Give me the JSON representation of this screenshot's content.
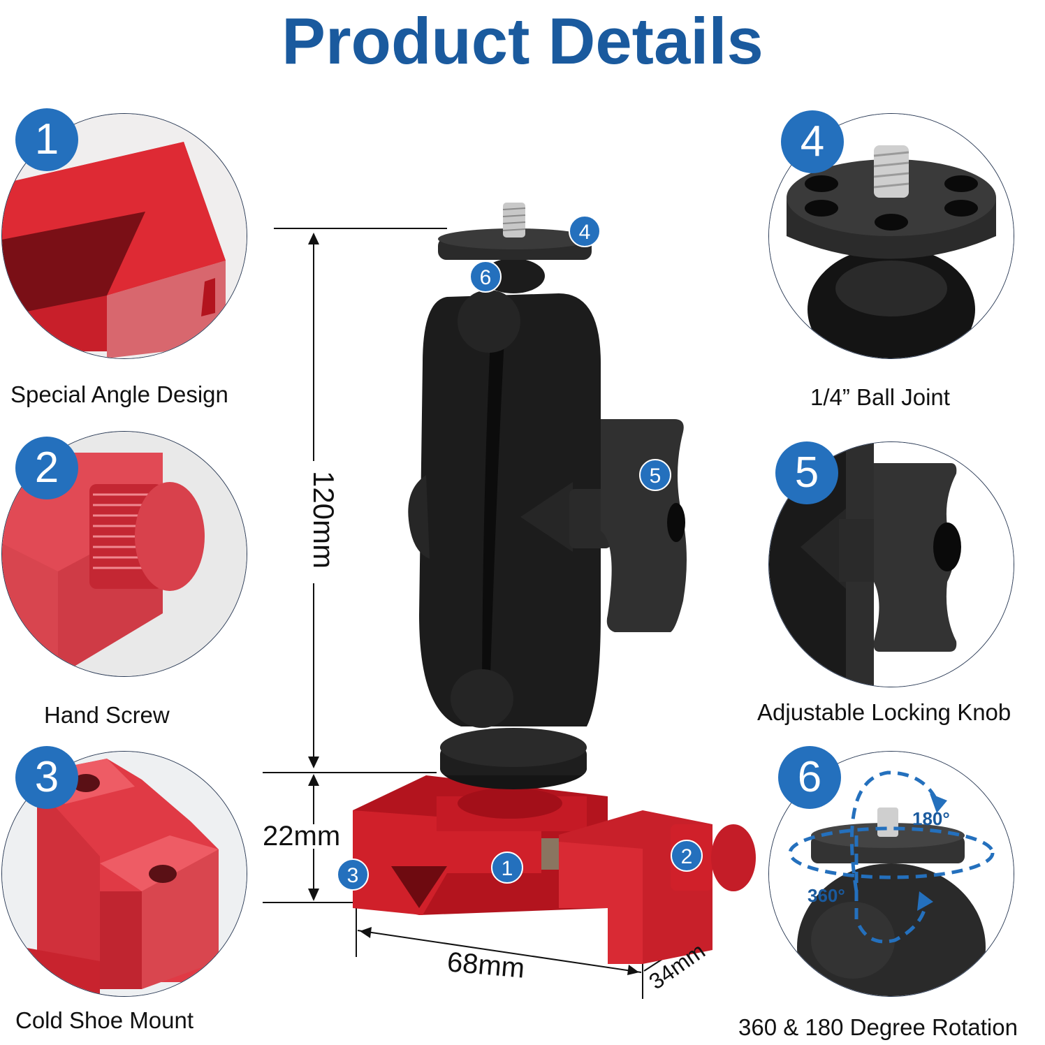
{
  "title": "Product Details",
  "colors": {
    "title_blue": "#1a5a9e",
    "badge_blue": "#2470bd",
    "product_red": "#d0202a",
    "product_black": "#1c1c1c"
  },
  "features": [
    {
      "number": "1",
      "label": "Special Angle Design",
      "icon": "red-angle-block-closeup"
    },
    {
      "number": "2",
      "label": "Hand Screw",
      "icon": "red-knurled-screw-closeup"
    },
    {
      "number": "3",
      "label": "Cold Shoe Mount",
      "icon": "red-cold-shoe-closeup"
    },
    {
      "number": "4",
      "label": "1/4” Ball Joint",
      "icon": "black-plate-ball-joint-closeup"
    },
    {
      "number": "5",
      "label": "Adjustable Locking Knob",
      "icon": "black-locking-knob-closeup"
    },
    {
      "number": "6",
      "label": "360 & 180 Degree Rotation",
      "icon": "rotation-arrows-closeup"
    }
  ],
  "rotation": {
    "horizontal": "360°",
    "vertical": "180°"
  },
  "dimensions": {
    "height_arm": "120mm",
    "height_base": "22mm",
    "length": "68mm",
    "width": "34mm"
  },
  "callouts": [
    "1",
    "2",
    "3",
    "4",
    "5",
    "6"
  ]
}
